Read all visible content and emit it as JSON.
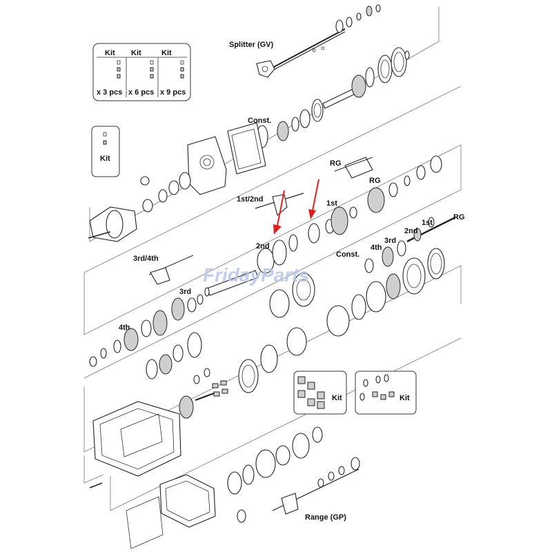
{
  "labels": {
    "splitter": "Splitter (GV)",
    "const_top": "Const.",
    "rg_top": "RG",
    "rg_mid": "RG",
    "rg_right": "RG",
    "first_second": "1st/2nd",
    "first_mid": "1st",
    "first_right": "1st",
    "second_mid": "2nd",
    "second_right": "2nd",
    "third_right": "3rd",
    "fourth_right": "4th",
    "const_mid": "Const.",
    "third_fourth": "3rd/4th",
    "third_left": "3rd",
    "fourth_left": "4th",
    "range": "Range (GP)"
  },
  "kit_table": {
    "headers": [
      "Kit",
      "Kit",
      "Kit"
    ],
    "quantities": [
      "x 3 pcs",
      "x 6 pcs",
      "x 9 pcs"
    ]
  },
  "kit_boxes": {
    "left_small": "Kit",
    "bearing_kit": "Kit",
    "small_parts_kit": "Kit"
  },
  "watermark": "FridayParts",
  "colors": {
    "arrow": "#e02020",
    "watermark": "#b8c6ea"
  }
}
